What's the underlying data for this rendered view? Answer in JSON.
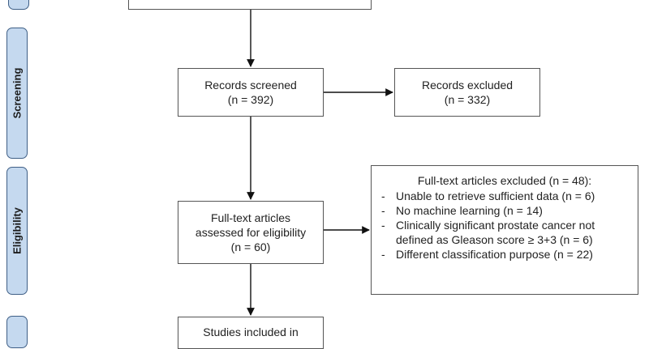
{
  "phases": [
    {
      "id": "identification",
      "label": ""
    },
    {
      "id": "screening",
      "label": "Screening"
    },
    {
      "id": "eligibility",
      "label": "Eligibility"
    },
    {
      "id": "included",
      "label": ""
    }
  ],
  "boxes": {
    "top": {
      "lines": []
    },
    "screened": {
      "lines": [
        "Records screened",
        "(n = 392)"
      ]
    },
    "excluded": {
      "lines": [
        "Records excluded",
        "(n = 332)"
      ]
    },
    "fulltext": {
      "lines": [
        "Full-text articles",
        "assessed for eligibility",
        "(n = 60)"
      ]
    },
    "fulltext_excluded": {
      "title": "Full-text articles excluded (n = 48):",
      "items": [
        {
          "dash": "-",
          "lines": [
            "Unable to retrieve sufficient data (n = 6)"
          ]
        },
        {
          "dash": "-",
          "lines": [
            "No machine learning (n = 14)"
          ]
        },
        {
          "dash": "-",
          "lines": [
            "Clinically significant prostate cancer not",
            "defined as Gleason score ≥ 3+3 (n = 6)"
          ]
        },
        {
          "dash": "-",
          "lines": [
            "Different classification purpose (n = 22)"
          ]
        }
      ]
    },
    "included": {
      "lines": [
        "Studies included in"
      ]
    }
  }
}
